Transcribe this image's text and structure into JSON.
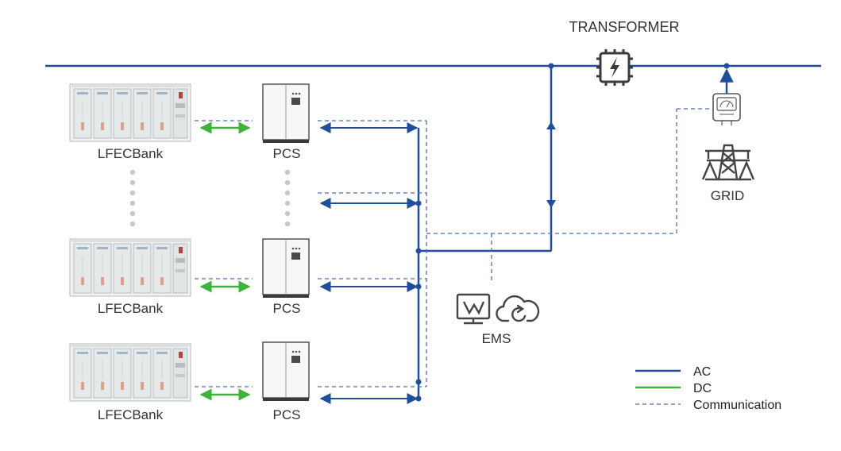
{
  "labels": {
    "transformer": "TRANSFORMER",
    "grid": "GRID",
    "ems": "EMS",
    "battery": "LFECBank",
    "pcs": "PCS"
  },
  "legend": {
    "ac": "AC",
    "dc": "DC",
    "communication": "Communication"
  },
  "colors": {
    "ac": "#1f4e9c",
    "dc": "#3db33a",
    "communication": "#4a6db5",
    "equipment": "#404040"
  }
}
